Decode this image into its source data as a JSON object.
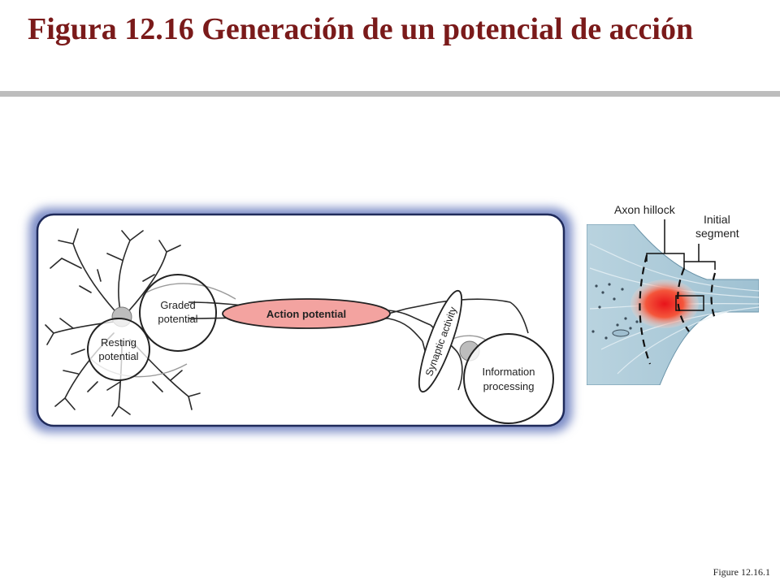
{
  "slide": {
    "title": "Figura 12.16  Generación de un potencial de acción",
    "footnote": "Figure 12.16.1"
  },
  "neuron_panel": {
    "graded_potential": [
      "Graded",
      "potential"
    ],
    "resting_potential": [
      "Resting",
      "potential"
    ],
    "action_potential": "Action potential",
    "synaptic_activity": "Synaptic activity",
    "information_processing": [
      "Information",
      "processing"
    ]
  },
  "hillock_panel": {
    "axon_hillock": "Axon hillock",
    "initial_segment": [
      "Initial",
      "segment"
    ]
  }
}
